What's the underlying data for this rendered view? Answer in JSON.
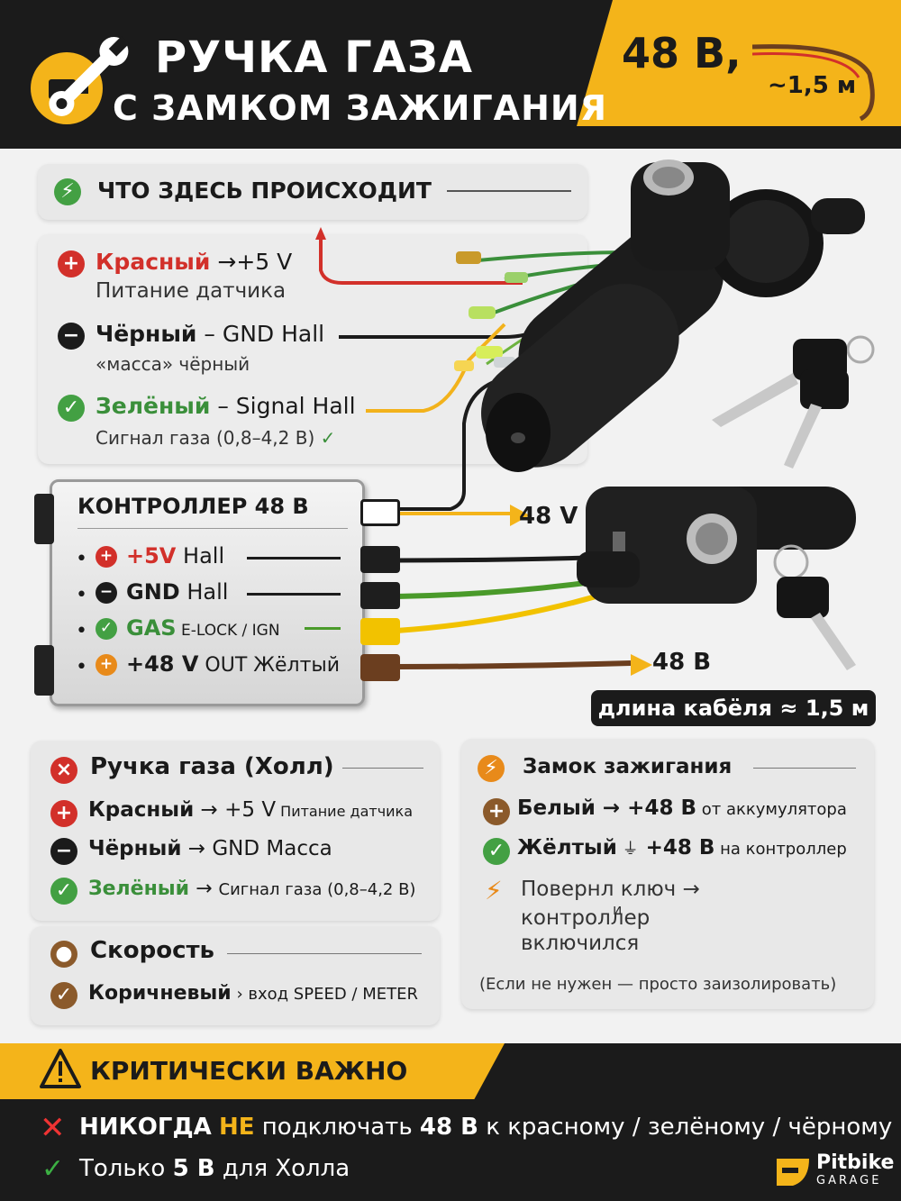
{
  "header": {
    "title_line1": "РУЧКА ГАЗА",
    "title_line2": "С ЗАМКОМ ЗАЖИГАНИЯ",
    "title_line2_hl": "(48 В)",
    "volt_badge": "48 В,",
    "cable_len": "~1,5 м"
  },
  "what": {
    "title": "ЧТО ЗДЕСЬ ПРОИСХОДИТ"
  },
  "wires": [
    {
      "name": "Красный",
      "sep": " →+5 V",
      "desc": "Питание датчика",
      "color": "#d2302a"
    },
    {
      "name": "Чёрный",
      "sep": " – GND Hall",
      "desc": "«масса» чёрный",
      "color": "#1b1b1b"
    },
    {
      "name": "Зелёный",
      "sep": " – Signal Hall",
      "desc": "Сигнал газа (0,8–4,2 В)",
      "color": "#3a8f3a"
    }
  ],
  "controller": {
    "title": "КОНТРОЛЛЕР 48 В",
    "rows": [
      {
        "label": "+5V",
        "suffix": " Hall",
        "color": "#d2302a"
      },
      {
        "label": "GND",
        "suffix": " Hall",
        "color": "#1b1b1b"
      },
      {
        "label": "GAS",
        "suffix": " E-LOCK / IGN",
        "color": "#3a8f3a"
      },
      {
        "label": "+48 V",
        "suffix": " OUT Жёлтый",
        "color": "#1b1b1b"
      }
    ],
    "out_top": "48 V",
    "out_bottom": "48 В"
  },
  "cable_badge": "длина кабёля ≈ 1,5 м",
  "throttle": {
    "title": "Ручка газа (Холл)",
    "rows": [
      {
        "name": "Красный",
        "mid": " → +5 V",
        "desc": " Питание датчика",
        "color": "#1b1b1b"
      },
      {
        "name": "Чёрный",
        "mid": " → GND Масса",
        "desc": "",
        "color": "#1b1b1b"
      },
      {
        "name": "Зелёный",
        "mid": " → ",
        "desc": "Сигнал газа (0,8–4,2 В)",
        "color": "#3a8f3a"
      }
    ]
  },
  "speed": {
    "title": "Скорость",
    "name": "Коричневый",
    "desc": " › вход SPEED / METER"
  },
  "lock": {
    "title": "Замок зажигания",
    "rows": [
      {
        "name": "Белый",
        "mid": " → +48 В",
        "desc": " от аккумулятора"
      },
      {
        "name": "Жёлтый",
        "mid": " +48 В",
        "desc": " на контроллер"
      }
    ],
    "turned_1": "Повернл ключ →",
    "turned_2": "контроллер",
    "turned_2b": "и",
    "turned_3": "включился",
    "note": "(Если не нужен — просто заизолировать)"
  },
  "warning": {
    "title": "КРИТИЧЕСКИ ВАЖНО",
    "never_a": "НИКОГДА",
    "never_b": "НЕ",
    "never_c": " подключать ",
    "never_d": "48 В",
    "never_e": " к красному / зелёному / чёрному",
    "only_a": "Только ",
    "only_b": "5 В",
    "only_c": " для Холла"
  },
  "brand": {
    "top": "Pitbike",
    "bottom": "GARAGE"
  },
  "colors": {
    "accent": "#f4b41a",
    "dark": "#1b1b1b",
    "red": "#d2302a",
    "green": "#43a043",
    "brown": "#6b3e1f",
    "yellow": "#f2c200"
  }
}
